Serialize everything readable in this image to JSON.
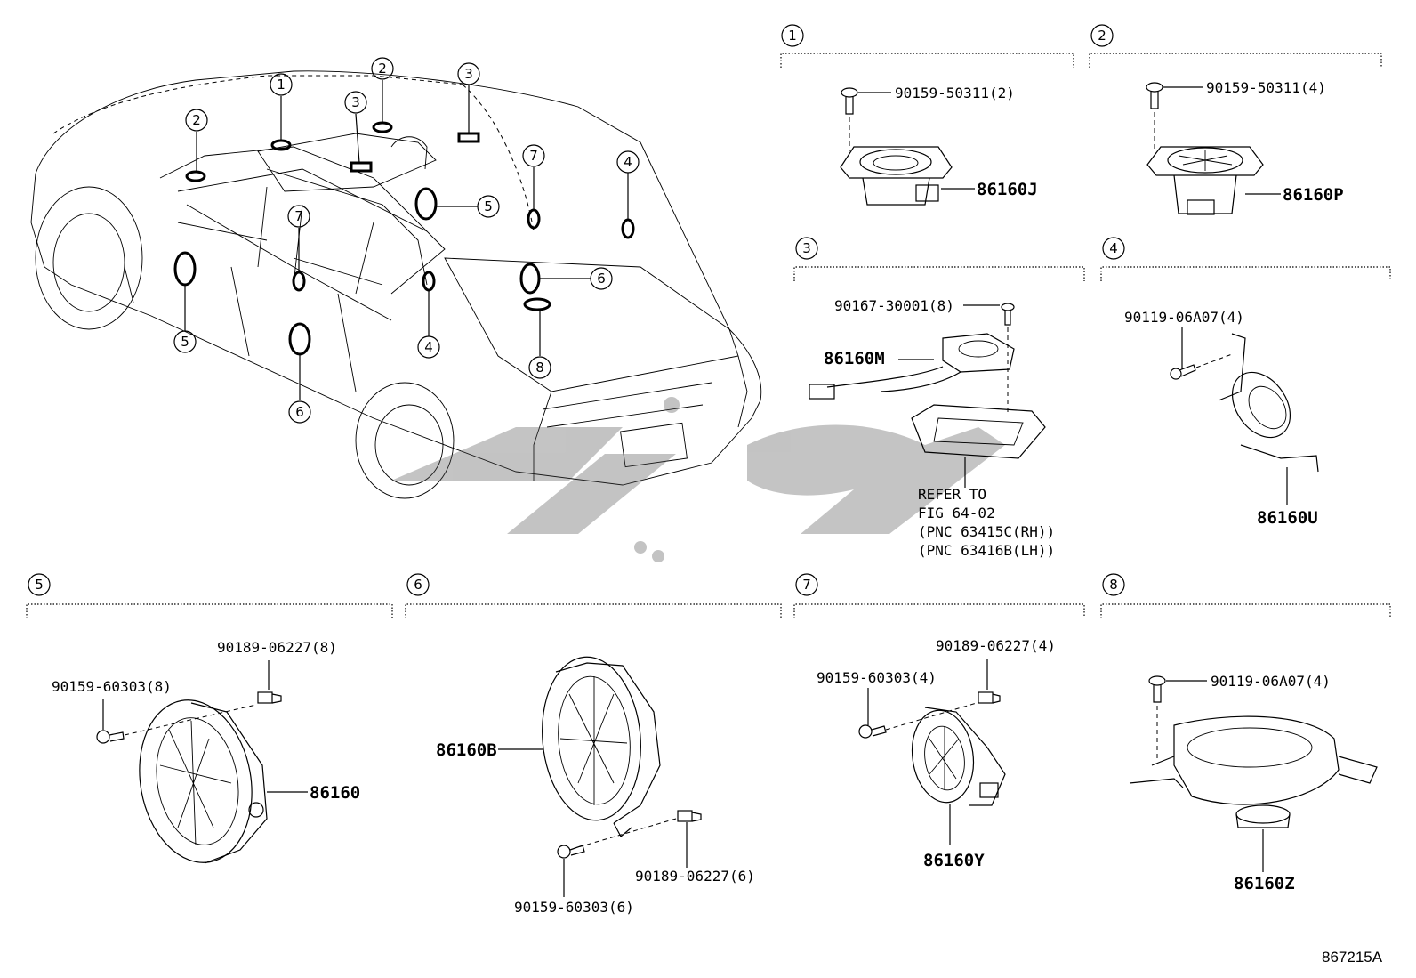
{
  "callouts": {
    "c1": "1",
    "c2": "2",
    "c3": "3",
    "c4": "4",
    "c5": "5",
    "c6": "6",
    "c7": "7",
    "c8": "8"
  },
  "section1": {
    "num": "1",
    "bolt": "90159-50311(2)",
    "part": "86160J"
  },
  "section2": {
    "num": "2",
    "bolt": "90159-50311(4)",
    "part": "86160P"
  },
  "section3": {
    "num": "3",
    "bolt": "90167-30001(8)",
    "part": "86160M",
    "ref_lines": [
      "REFER TO",
      "FIG 64-02",
      "(PNC 63415C(RH))",
      "(PNC 63416B(LH))"
    ]
  },
  "section4": {
    "num": "4",
    "bolt": "90119-06A07(4)",
    "part": "86160U"
  },
  "section5": {
    "num": "5",
    "clip": "90189-06227(8)",
    "bolt": "90159-60303(8)",
    "part": "86160"
  },
  "section6": {
    "num": "6",
    "part": "86160B",
    "clip": "90189-06227(6)",
    "bolt": "90159-60303(6)"
  },
  "section7": {
    "num": "7",
    "clip": "90189-06227(4)",
    "bolt": "90159-60303(4)",
    "part": "86160Y"
  },
  "section8": {
    "num": "8",
    "bolt": "90119-06A07(4)",
    "part": "86160Z"
  },
  "figure_code": "867215A",
  "watermark": "سپه"
}
